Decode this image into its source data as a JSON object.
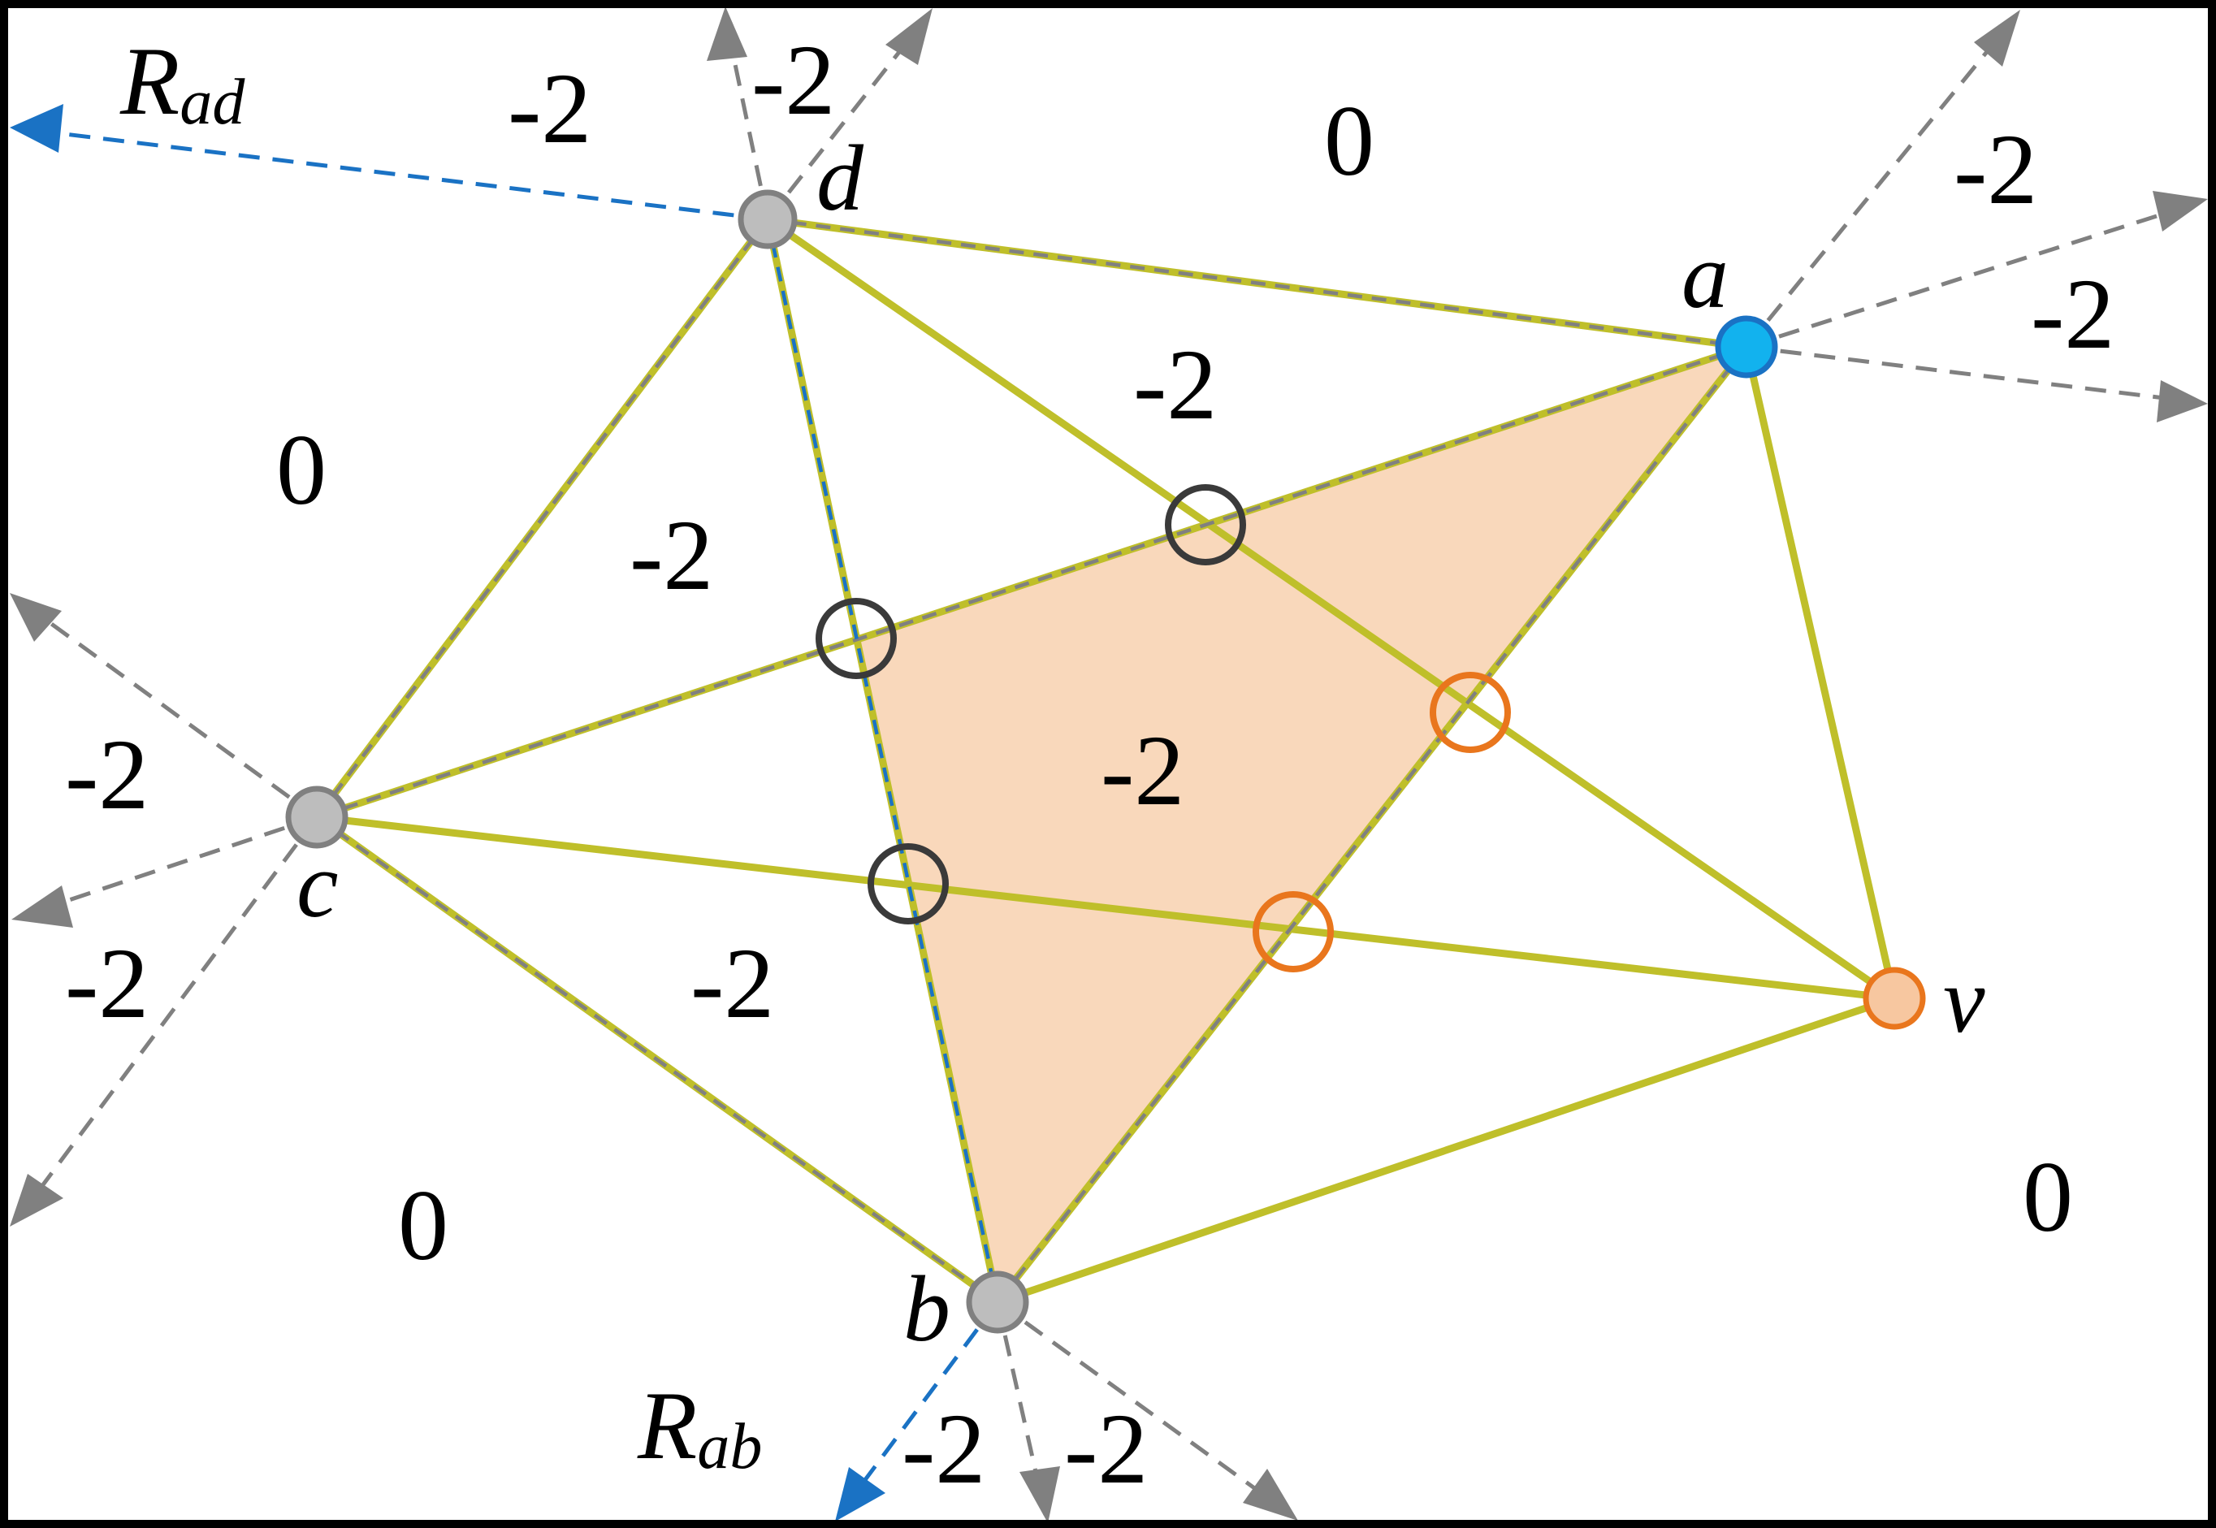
{
  "vertices": {
    "a": {
      "label": "a",
      "color": "#12b2ee"
    },
    "b": {
      "label": "b",
      "color": "#bdbdbd"
    },
    "c": {
      "label": "c",
      "color": "#bdbdbd"
    },
    "d": {
      "label": "d",
      "color": "#bdbdbd"
    },
    "v": {
      "label": "v",
      "color": "#f7c7a0"
    }
  },
  "rays": {
    "ad": {
      "main": "R",
      "sub": "ad"
    },
    "ab": {
      "main": "R",
      "sub": "ab"
    }
  },
  "region_values": {
    "top_left": "-2",
    "top_d": "-2",
    "top_center": "0",
    "right_upper": "-2",
    "right_lower": "-2",
    "inner_upper": "-2",
    "left_zero": "0",
    "inner_left": "-2",
    "left_mid": "-2",
    "center": "-2",
    "left_lower": "-2",
    "inner_lower": "-2",
    "bottom_left_zero": "0",
    "right_zero": "0",
    "bottom_b1": "-2",
    "bottom_b2": "-2"
  },
  "colors": {
    "edge": "#bfbf2a",
    "highlight_region": "#f9d8bb",
    "ray_gray": "#808080",
    "ray_blue": "#1a72c4",
    "crossing_dark": "#3a3a3a",
    "crossing_orange": "#e9761d"
  }
}
